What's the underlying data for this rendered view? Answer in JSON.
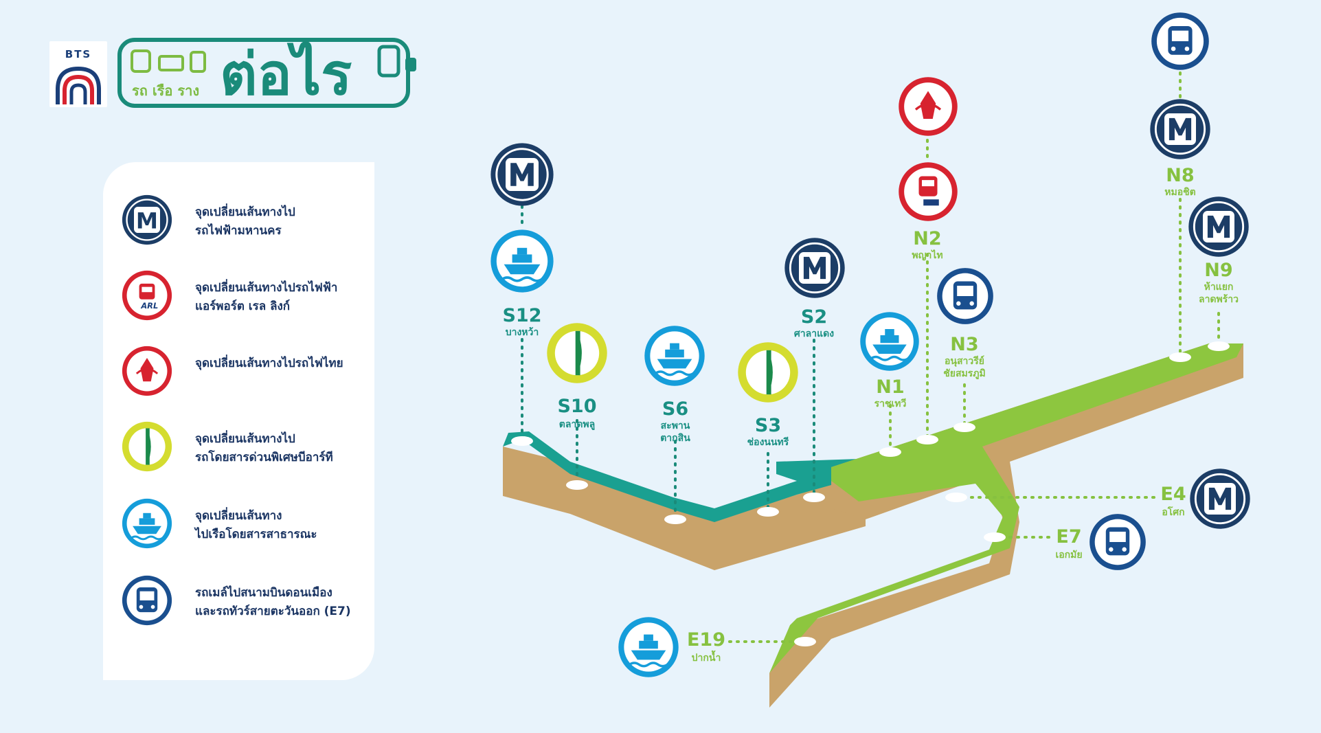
{
  "brand": {
    "operator": "BTS",
    "modes": "รถ เรือ ราง",
    "connect": "ต่อไร"
  },
  "colors": {
    "background": "#e8f3fb",
    "silom_line": "#1aa091",
    "sukhumvit_line": "#8dc63f",
    "track_side": "#c9a36a",
    "mrt_dark": "#1c3d66",
    "arl_red": "#d7232f",
    "brt_yellow": "#d4dc2f",
    "boat_blue": "#159dda",
    "bus_navy": "#1a4f8f"
  },
  "legend": [
    {
      "icon": "mrt-icon",
      "line1": "จุดเปลี่ยนเส้นทางไป",
      "line2": "รถไฟฟ้ามหานคร"
    },
    {
      "icon": "arl-icon",
      "line1": "จุดเปลี่ยนเส้นทางไปรถไฟฟ้า",
      "line2": "แอร์พอร์ต เรล ลิงก์"
    },
    {
      "icon": "srt-icon",
      "line1": "จุดเปลี่ยนเส้นทางไปรถไฟไทย",
      "line2": ""
    },
    {
      "icon": "brt-icon",
      "line1": "จุดเปลี่ยนเส้นทางไป",
      "line2": "รถโดยสารด่วนพิเศษบีอาร์ที"
    },
    {
      "icon": "boat-icon",
      "line1": "จุดเปลี่ยนเส้นทาง",
      "line2": "ไปเรือโดยสารสาธารณะ"
    },
    {
      "icon": "bus-icon",
      "line1": "รถเมล์ไปสนามบินดอนเมือง",
      "line2": "และรถทัวร์สายตะวันออก (E7)"
    }
  ],
  "stations": {
    "S12": {
      "code": "S12",
      "name": "บางหว้า"
    },
    "S10": {
      "code": "S10",
      "name": "ตลาดพลู"
    },
    "S6": {
      "code": "S6",
      "name1": "สะพาน",
      "name2": "ตากสิน"
    },
    "S3": {
      "code": "S3",
      "name": "ช่องนนทรี"
    },
    "S2": {
      "code": "S2",
      "name": "ศาลาแดง"
    },
    "N1": {
      "code": "N1",
      "name": "ราชเทวี"
    },
    "N2": {
      "code": "N2",
      "name": "พญาไท"
    },
    "N3": {
      "code": "N3",
      "name1": "อนุสาวรีย์",
      "name2": "ชัยสมรภูมิ"
    },
    "N8": {
      "code": "N8",
      "name": "หมอชิต"
    },
    "N9": {
      "code": "N9",
      "name1": "ห้าแยก",
      "name2": "ลาดพร้าว"
    },
    "E4": {
      "code": "E4",
      "name": "อโศก"
    },
    "E7": {
      "code": "E7",
      "name": "เอกมัย"
    },
    "E19": {
      "code": "E19",
      "name": "ปากน้ำ"
    }
  },
  "icon_text": {
    "mrt": "M",
    "arl": "ARL"
  }
}
